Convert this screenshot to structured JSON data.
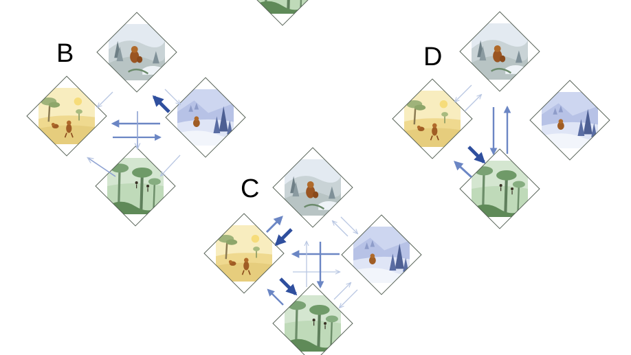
{
  "panels": [
    {
      "label": "B",
      "tiles": {
        "top": "snow-hill-monkey",
        "left": "savanna-baboons",
        "right": "snowy-pine-forest",
        "bottom": "rainforest"
      }
    },
    {
      "label": "C",
      "tiles": {
        "top": "snow-hill-monkey",
        "left": "savanna-baboons",
        "right": "snowy-pine-forest",
        "bottom": "rainforest"
      }
    },
    {
      "label": "D",
      "tiles": {
        "top": "snow-hill-monkey",
        "left": "savanna-baboons",
        "right": "snowy-pine-forest",
        "bottom": "rainforest"
      }
    }
  ],
  "colors": {
    "arrow_strong": "#2f4f9e",
    "arrow_medium": "#6b86c4",
    "arrow_light": "#b8c6e2",
    "tile_border": "#556055",
    "snow_bg": "#dfe7ef",
    "savanna_bg": "#f6e9b5",
    "snowy_forest_bg": "#c9d4ef",
    "rainforest_bg": "#cfe3cc",
    "monkey": "#b06a2a"
  }
}
